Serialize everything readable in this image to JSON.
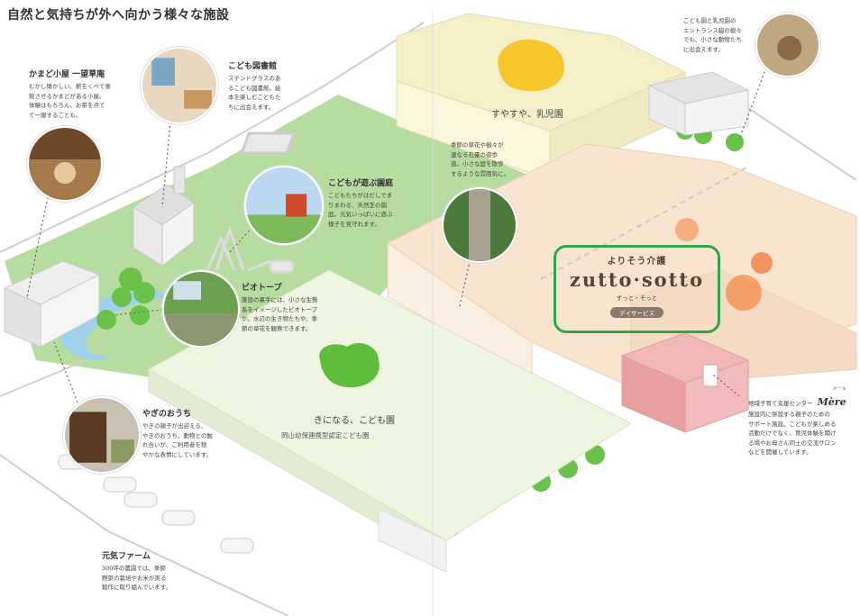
{
  "title": "自然と気持ちが外へ向かう様々な施設",
  "areas": {
    "kamado": {
      "heading": "かまど小屋 一望草庵",
      "desc": [
        "むかし懐かしい、薪をくべて食",
        "飲させるかまどがある小屋。",
        "体験はもちろん、お茶を点て",
        "て一服することも。"
      ]
    },
    "library": {
      "heading": "こども図書館",
      "desc": [
        "ステンドグラスのあ",
        "るこども図書館。絵",
        "本を楽しむこどもた",
        "ちに出会えます。"
      ]
    },
    "garden": {
      "heading": "こどもが遊ぶ園庭",
      "desc": [
        "こどもたちがはだしでま",
        "りまわる、天然芝の園",
        "庭。元気いっぱいに遊ぶ",
        "様子を見守れます。"
      ]
    },
    "biotope": {
      "heading": "ビオトープ",
      "desc": [
        "施設の裏手には、小さな生態",
        "系をイメージしたビオトープ",
        "が。水辺の生き物たちや、季",
        "節の草花を観察できます。"
      ]
    },
    "goat": {
      "heading": "やぎのおうち",
      "desc": [
        "やぎの親子が出迎える、",
        "やぎのおうち。動物との触",
        "れ合いが、ご利用者を穏",
        "やかな表情にしています。"
      ]
    },
    "farm": {
      "heading": "元気ファーム",
      "desc": [
        "300坪の農園では、季節",
        "野菜の栽培やお米が実る",
        "稲作に取り組んでいます。"
      ]
    },
    "path": {
      "desc": [
        "季節の草花や樹々が",
        "連なる石畳の遊歩",
        "道。小さな庭を散歩",
        "するような雰囲気に。"
      ]
    },
    "entrance": {
      "desc": [
        "こども園と乳児園の",
        "エントランス脇の樹々",
        "でも、小さな動物たち",
        "に出会えます。"
      ]
    },
    "mere": {
      "heading": "地域子育て支援センター",
      "brand_small": "メール",
      "brand": "Mère",
      "desc": [
        "施設内に併設する親子のための",
        "サポート施設。こどもが楽しめる",
        "活動だけでなく、育児体験を聞け",
        "る場やお母さん同士の交流サロン",
        "などを開催しています。"
      ]
    }
  },
  "buildings": {
    "nursery": {
      "name": "すやすや、乳児園"
    },
    "kodomoen": {
      "name": "きになる、こども園",
      "sub": "岡山幼保連携型認定こども園"
    }
  },
  "zutto": {
    "jp": "よりそう介護",
    "name": "zutto·sotto",
    "kana": "ずっと・そっと",
    "badge": "デイサービス"
  },
  "colors": {
    "accent_green": "#2ca84a",
    "lawn": "#b7dc9f",
    "nursery_roof": "#f6f0c8",
    "care_roof": "#f9e4cf",
    "mere_wall": "#e8a0a0",
    "building_green": "#eef5e0"
  }
}
